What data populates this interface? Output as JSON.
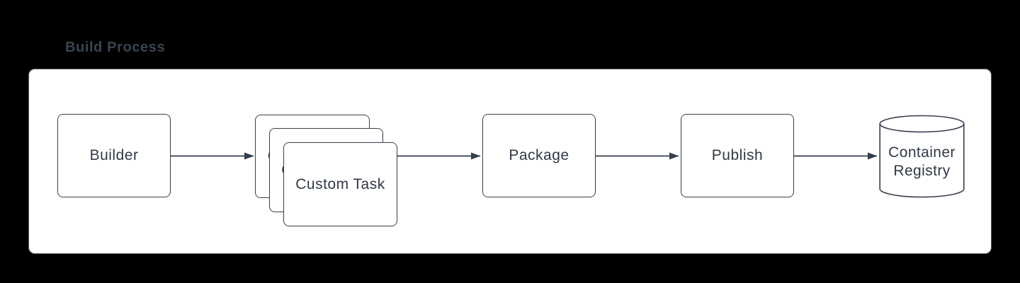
{
  "title": "Build Process",
  "colors": {
    "canvas_background": "#000000",
    "panel_background": "#ffffff",
    "panel_border": "#4e5662",
    "node_border": "#353f4c",
    "node_fill": "#ffffff",
    "text": "#2f3945",
    "title_text": "#3a434f",
    "arrow": "#3a London4350"
  },
  "diagram": {
    "nodes": [
      {
        "id": "builder",
        "label": "Builder",
        "shape": "rounded-rect"
      },
      {
        "id": "custom-task",
        "label": "Custom Task",
        "shape": "stacked-rounded-rect",
        "stack_count": 3
      },
      {
        "id": "package",
        "label": "Package",
        "shape": "rounded-rect"
      },
      {
        "id": "publish",
        "label": "Publish",
        "shape": "rounded-rect"
      },
      {
        "id": "container-registry",
        "label": "Container Registry",
        "lines": {
          "0": "Container",
          "1": "Registry"
        },
        "shape": "cylinder"
      }
    ],
    "edges": [
      {
        "from": "builder",
        "to": "custom-task"
      },
      {
        "from": "custom-task",
        "to": "package"
      },
      {
        "from": "package",
        "to": "publish"
      },
      {
        "from": "publish",
        "to": "container-registry"
      }
    ]
  }
}
